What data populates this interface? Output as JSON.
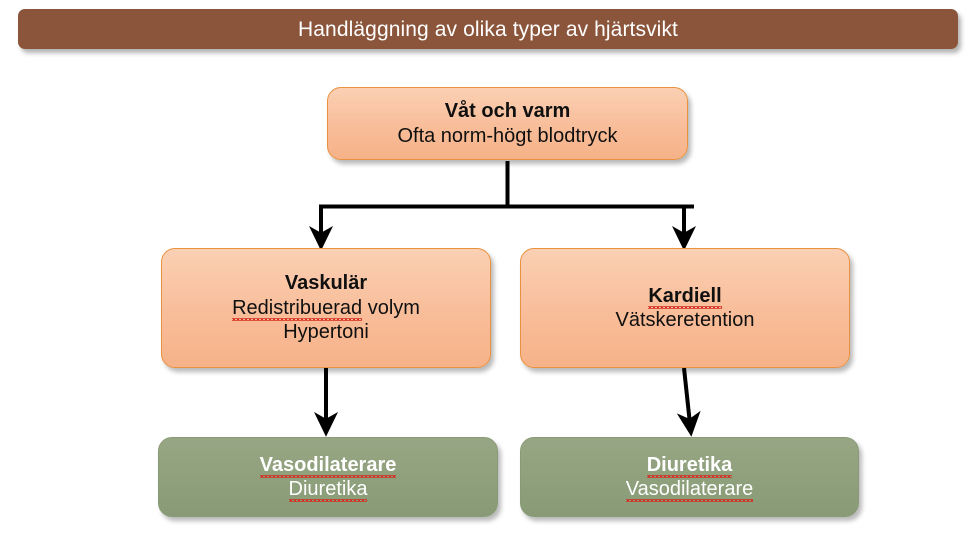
{
  "title": {
    "text": "Handläggning av olika typer av hjärtsvikt",
    "bg_color": "#8b553b",
    "text_color": "#ffffff"
  },
  "colors": {
    "peach_fill": "#f8bd99",
    "peach_border": "#e8923f",
    "green_fill": "#8fa07c",
    "connector": "#000000",
    "spellcheck_underline": "#d42b1f"
  },
  "nodes": {
    "top": {
      "name": "Våt och varm",
      "line1": "Våt och varm",
      "line2": "Ofta norm-högt blodtryck",
      "style": "peach"
    },
    "vaskular": {
      "name": "Vaskulär",
      "line1": "Vaskulär",
      "line2": "Redistribuerad",
      "line2_tail": " volym",
      "line3": "Hypertoni",
      "style": "peach"
    },
    "kardiell": {
      "name": "Kardiell",
      "line1": "Kardiell",
      "line2": "Vätskeretention",
      "style": "peach"
    },
    "left_treatment": {
      "name": "Vasodilaterare / Diuretika",
      "line1": "Vasodilaterare",
      "line2": "Diuretika",
      "style": "green"
    },
    "right_treatment": {
      "name": "Diuretika / Vasodilaterare",
      "line1": "Diuretika",
      "line2": "Vasodilaterare",
      "style": "green"
    }
  },
  "chart_data": {
    "type": "diagram",
    "title": "Handläggning av olika typer av hjärtsvikt",
    "layout": "top-down flowchart, 1 root -> 2 branches -> 2 leaves",
    "nodes": [
      {
        "id": "top",
        "label": "Våt och varm / Ofta norm-högt blodtryck",
        "level": 0,
        "fill": "#f8bd99"
      },
      {
        "id": "vaskular",
        "label": "Vaskulär / Redistribuerad volym / Hypertoni",
        "level": 1,
        "fill": "#f8bd99"
      },
      {
        "id": "kardiell",
        "label": "Kardiell / Vätskeretention",
        "level": 1,
        "fill": "#f8bd99"
      },
      {
        "id": "left_treatment",
        "label": "Vasodilaterare / Diuretika",
        "level": 2,
        "fill": "#8fa07c"
      },
      {
        "id": "right_treatment",
        "label": "Diuretika / Vasodilaterare",
        "level": 2,
        "fill": "#8fa07c"
      }
    ],
    "edges": [
      {
        "from": "top",
        "to": "vaskular",
        "style": "elbow-arrow"
      },
      {
        "from": "top",
        "to": "kardiell",
        "style": "elbow-arrow"
      },
      {
        "from": "vaskular",
        "to": "left_treatment",
        "style": "straight-arrow"
      },
      {
        "from": "kardiell",
        "to": "right_treatment",
        "style": "straight-arrow"
      }
    ]
  }
}
